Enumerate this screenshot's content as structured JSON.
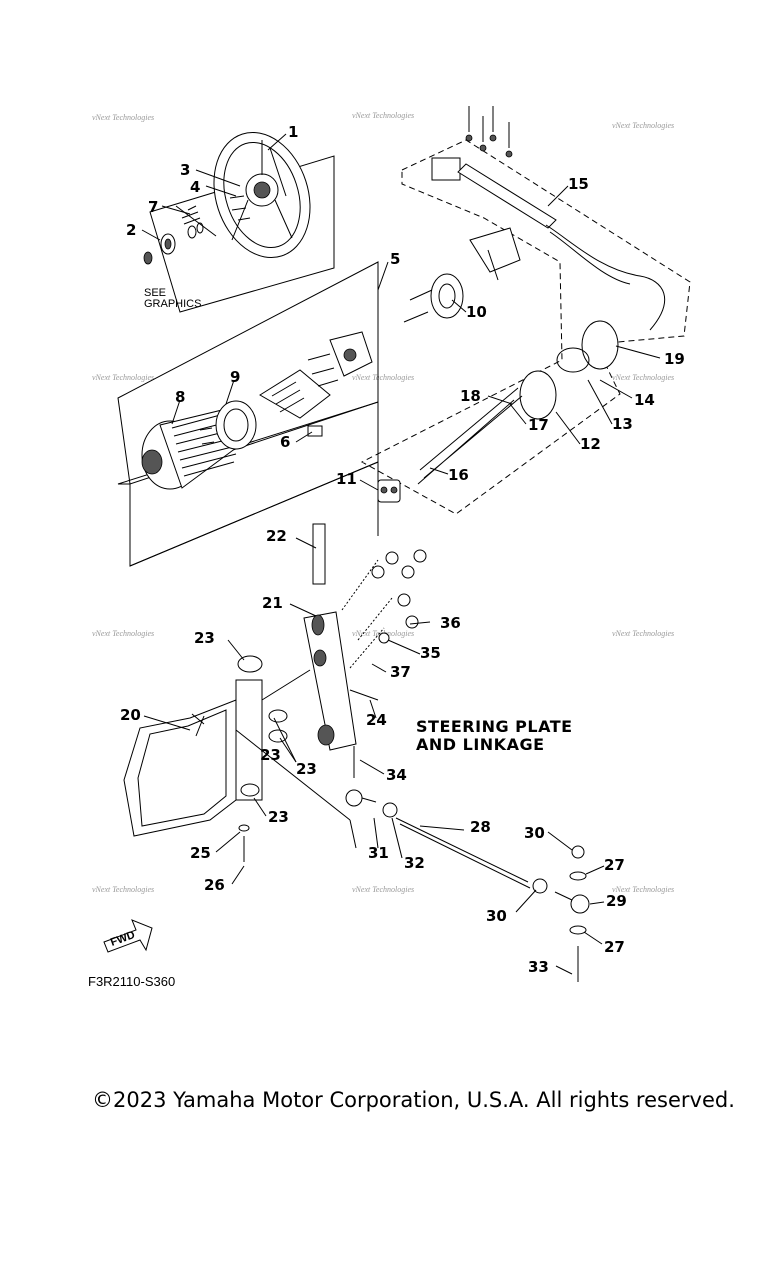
{
  "diagram": {
    "callouts": [
      "1",
      "2",
      "3",
      "4",
      "5",
      "6",
      "7",
      "8",
      "9",
      "10",
      "11",
      "12",
      "13",
      "14",
      "15",
      "16",
      "17",
      "18",
      "19",
      "20",
      "21",
      "22",
      "23",
      "23",
      "23",
      "23",
      "24",
      "25",
      "26",
      "27",
      "27",
      "28",
      "29",
      "30",
      "30",
      "31",
      "32",
      "33",
      "34",
      "35",
      "36",
      "37"
    ],
    "see_graphics": [
      "SEE",
      "GRAPHICS"
    ],
    "section_title": [
      "STEERING PLATE",
      "AND LINKAGE"
    ],
    "fwd_label": "FWD",
    "diagram_code": "F3R2110-S360",
    "watermark": "vNext Technologies"
  },
  "footer": {
    "copyright": "©2023 Yamaha Motor Corporation, U.S.A. All rights reserved."
  }
}
